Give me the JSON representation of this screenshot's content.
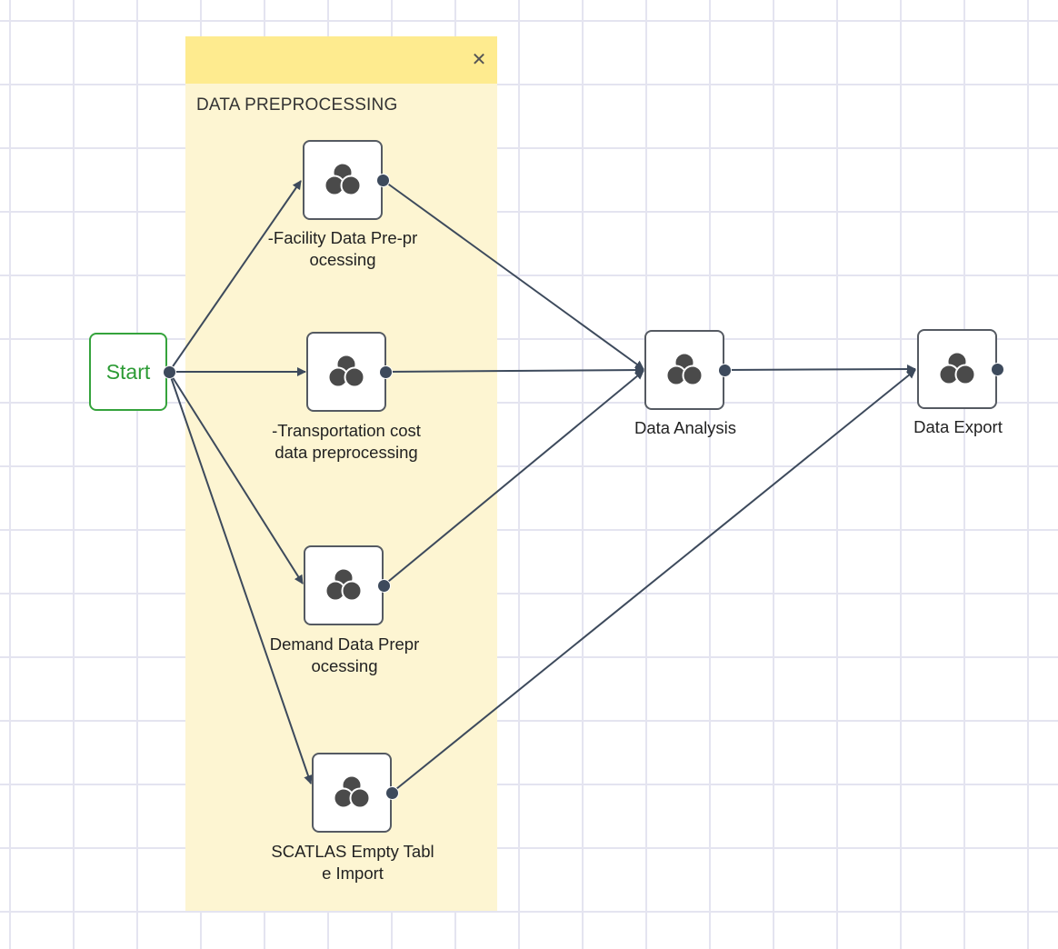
{
  "group": {
    "title": "DATA PREPROCESSING",
    "close_icon": "✕",
    "colors": {
      "header": "#feeb8f",
      "body": "#fdf5d2"
    }
  },
  "nodes": {
    "start": {
      "label": "Start",
      "color": "#2c9b35"
    },
    "facility": {
      "label": "-Facility Data Pre-pr\nocessing",
      "icon": "three-circles-icon"
    },
    "transportation": {
      "label": "-Transportation cost\ndata preprocessing",
      "icon": "three-circles-icon"
    },
    "demand": {
      "label": "Demand Data Prepr\nocessing",
      "icon": "three-circles-icon"
    },
    "scatlas": {
      "label": "SCATLAS Empty Tabl\ne Import",
      "icon": "three-circles-icon"
    },
    "analysis": {
      "label": "Data Analysis",
      "icon": "three-circles-icon"
    },
    "export": {
      "label": "Data Export",
      "icon": "three-circles-icon"
    }
  },
  "edges": [
    {
      "from": "start",
      "to": "facility"
    },
    {
      "from": "start",
      "to": "transportation"
    },
    {
      "from": "start",
      "to": "demand"
    },
    {
      "from": "start",
      "to": "scatlas"
    },
    {
      "from": "facility",
      "to": "analysis"
    },
    {
      "from": "transportation",
      "to": "analysis"
    },
    {
      "from": "demand",
      "to": "analysis"
    },
    {
      "from": "scatlas",
      "to": "export"
    },
    {
      "from": "analysis",
      "to": "export"
    }
  ],
  "colors": {
    "edge": "#3d4a5c",
    "port": "#3d4a5c",
    "node_border": "#555a62"
  }
}
